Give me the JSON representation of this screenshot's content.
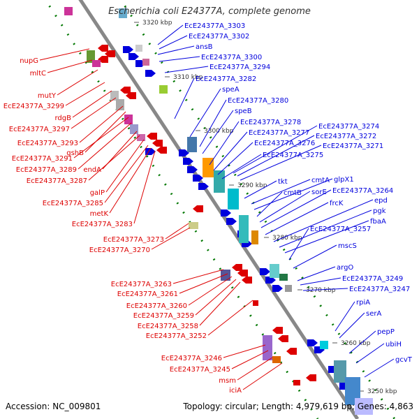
{
  "title": "Escherichia coli E24377A, complete genome",
  "footer": {
    "accession": "Accession: NC_009801",
    "summary": "Topology: circular; Length: 4,979,619 bp; Genes: 4,863"
  },
  "colors": {
    "forward": "#0000dd",
    "reverse": "#dd0000",
    "backbone": "#888888",
    "gc_dots": "#007700"
  },
  "scale_labels": [
    "3320 kbp",
    "3310 kbp",
    "3300 kbp",
    "3290 kbp",
    "3280 kbp",
    "3270 kbp",
    "3260 kbp",
    "3250 kbp"
  ],
  "left_genes": [
    "nupG",
    "mltC",
    "mutY",
    "EcE24377A_3299",
    "rdgB",
    "EcE24377A_3297",
    "EcE24377A_3293",
    "gshB",
    "EcE24377A_3291",
    "EcE24377A_3289",
    "endA",
    "EcE24377A_3287",
    "galP",
    "EcE24377A_3285",
    "metK",
    "EcE24377A_3283",
    "EcE24377A_3273",
    "EcE24377A_3270",
    "EcE24377A_3263",
    "EcE24377A_3261",
    "EcE24377A_3260",
    "EcE24377A_3259",
    "EcE24377A_3258",
    "EcE24377A_3252",
    "EcE24377A_3246",
    "EcE24377A_3245",
    "msm",
    "iciA"
  ],
  "right_genes": [
    "EcE24377A_3303",
    "EcE24377A_3302",
    "ansB",
    "EcE24377A_3300",
    "EcE24377A_3294",
    "EcE24377A_3282",
    "speA",
    "EcE24377A_3280",
    "speB",
    "EcE24377A_3278",
    "EcE24377A_3274",
    "EcE24377A_3277",
    "EcE24377A_3272",
    "EcE24377A_3276",
    "EcE24377A_3271",
    "EcE24377A_3275",
    "tkt",
    "cmtA",
    "glpX1",
    "cmtB",
    "sorE",
    "EcE24377A_3264",
    "frcK",
    "epd",
    "pgk",
    "fbaA",
    "EcE24377A_3257",
    "mscS",
    "argO",
    "EcE24377A_3249",
    "EcE24377A_3247",
    "rpiA",
    "serA",
    "pepP",
    "ubiH",
    "gcvT"
  ]
}
